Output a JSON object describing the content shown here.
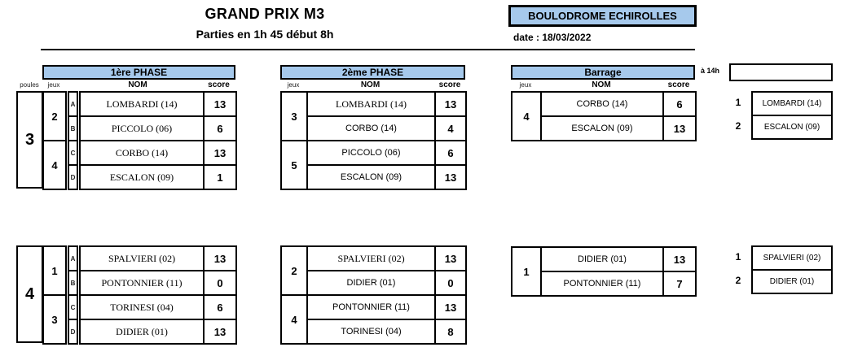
{
  "header": {
    "title": "GRAND PRIX M3",
    "subtitle": "Parties en 1h 45 début 8h",
    "venue": "BOULODROME ECHIROLLES",
    "date": "date : 18/03/2022"
  },
  "column_labels": {
    "poules": "poules",
    "jeux": "jeux",
    "nom": "NOM",
    "score": "score"
  },
  "phase1": {
    "title": "1ère PHASE",
    "pools": [
      {
        "poule": "3",
        "games": [
          {
            "jeux": "2",
            "rows": [
              {
                "letter": "A",
                "name": "LOMBARDI (14)",
                "score": "13"
              },
              {
                "letter": "B",
                "name": "PICCOLO (06)",
                "score": "6"
              }
            ]
          },
          {
            "jeux": "4",
            "rows": [
              {
                "letter": "C",
                "name": "CORBO (14)",
                "score": "13"
              },
              {
                "letter": "D",
                "name": "ESCALON (09)",
                "score": "1"
              }
            ]
          }
        ]
      },
      {
        "poule": "4",
        "games": [
          {
            "jeux": "1",
            "rows": [
              {
                "letter": "A",
                "name": "SPALVIERI (02)",
                "score": "13"
              },
              {
                "letter": "B",
                "name": "PONTONNIER (11)",
                "score": "0"
              }
            ]
          },
          {
            "jeux": "3",
            "rows": [
              {
                "letter": "C",
                "name": "TORINESI (04)",
                "score": "6"
              },
              {
                "letter": "D",
                "name": "DIDIER (01)",
                "score": "13"
              }
            ]
          }
        ]
      }
    ]
  },
  "phase2": {
    "title": "2ème PHASE",
    "blocks": [
      {
        "games": [
          {
            "jeux": "3",
            "rows": [
              {
                "name": "LOMBARDI (14)",
                "score": "13"
              },
              {
                "name": "CORBO (14)",
                "score": "4"
              }
            ]
          },
          {
            "jeux": "5",
            "rows": [
              {
                "name": "PICCOLO (06)",
                "score": "6"
              },
              {
                "name": "ESCALON (09)",
                "score": "13"
              }
            ]
          }
        ]
      },
      {
        "games": [
          {
            "jeux": "2",
            "rows": [
              {
                "name": "SPALVIERI (02)",
                "score": "13"
              },
              {
                "name": "DIDIER (01)",
                "score": "0"
              }
            ]
          },
          {
            "jeux": "4",
            "rows": [
              {
                "name": "PONTONNIER (11)",
                "score": "13"
              },
              {
                "name": "TORINESI (04)",
                "score": "8"
              }
            ]
          }
        ]
      }
    ]
  },
  "barrage": {
    "title": "Barrage",
    "time_label": "à 14h",
    "games": [
      {
        "jeux": "4",
        "rows": [
          {
            "name": "CORBO (14)",
            "score": "6"
          },
          {
            "name": "ESCALON (09)",
            "score": "13"
          }
        ]
      },
      {
        "jeux": "1",
        "rows": [
          {
            "name": "DIDIER (01)",
            "score": "13"
          },
          {
            "name": "PONTONNIER (11)",
            "score": "7"
          }
        ]
      }
    ]
  },
  "ranking": {
    "groups": [
      [
        {
          "rank": "1",
          "name": "LOMBARDI (14)"
        },
        {
          "rank": "2",
          "name": "ESCALON (09)"
        }
      ],
      [
        {
          "rank": "1",
          "name": "SPALVIERI (02)"
        },
        {
          "rank": "2",
          "name": "DIDIER (01)"
        }
      ]
    ]
  },
  "colors": {
    "header_blue": "#a6c9ec",
    "border": "#000000"
  }
}
